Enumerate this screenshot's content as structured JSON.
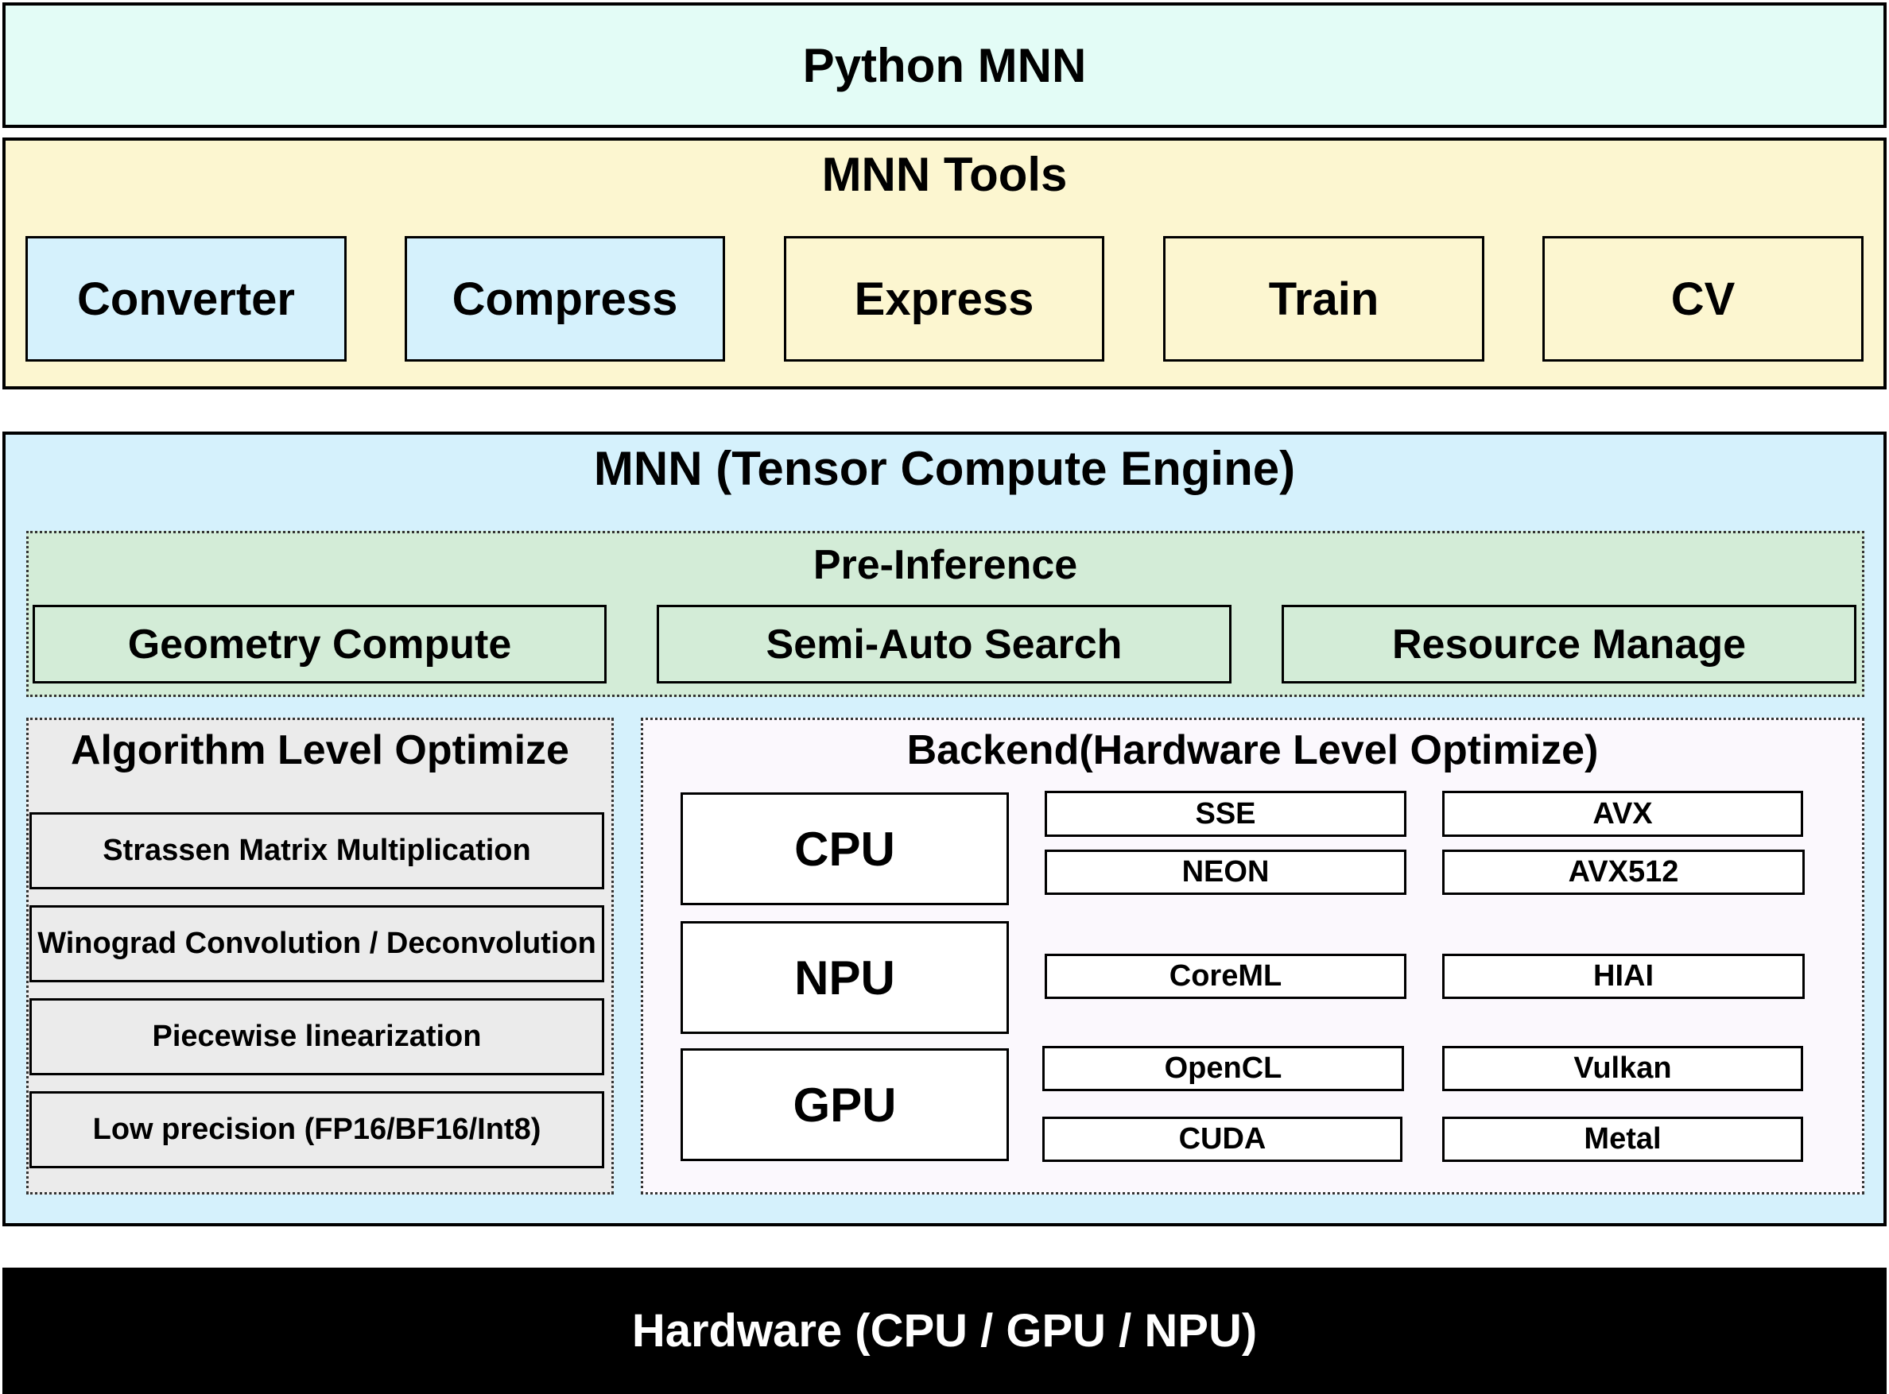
{
  "python_mnn": {
    "title": "Python MNN"
  },
  "mnn_tools": {
    "title": "MNN Tools",
    "items": [
      "Converter",
      "Compress",
      "Express",
      "Train",
      "CV"
    ]
  },
  "engine": {
    "title": "MNN (Tensor Compute Engine)",
    "pre_inference": {
      "title": "Pre-Inference",
      "items": [
        "Geometry Compute",
        "Semi-Auto Search",
        "Resource Manage"
      ]
    },
    "algorithm": {
      "title": "Algorithm Level Optimize",
      "items": [
        "Strassen Matrix Multiplication",
        "Winograd Convolution / Deconvolution",
        "Piecewise linearization",
        "Low precision (FP16/BF16/Int8)"
      ]
    },
    "backend": {
      "title": "Backend(Hardware Level Optimize)",
      "cpu": {
        "label": "CPU",
        "apis": [
          "SSE",
          "AVX",
          "NEON",
          "AVX512"
        ]
      },
      "npu": {
        "label": "NPU",
        "apis": [
          "CoreML",
          "HIAI"
        ]
      },
      "gpu": {
        "label": "GPU",
        "apis": [
          "OpenCL",
          "Vulkan",
          "CUDA",
          "Metal"
        ]
      }
    }
  },
  "hardware": {
    "title": "Hardware (CPU / GPU / NPU)"
  },
  "colors": {
    "python_mnn_bg": "#e3fcf6",
    "tools_bg": "#fcf6d0",
    "engine_bg": "#d5f1fc",
    "pre_inference_bg": "#d3ecd7",
    "algorithm_bg": "#ebebeb",
    "backend_bg": "#fbf8fd",
    "hardware_bg": "#000000"
  }
}
